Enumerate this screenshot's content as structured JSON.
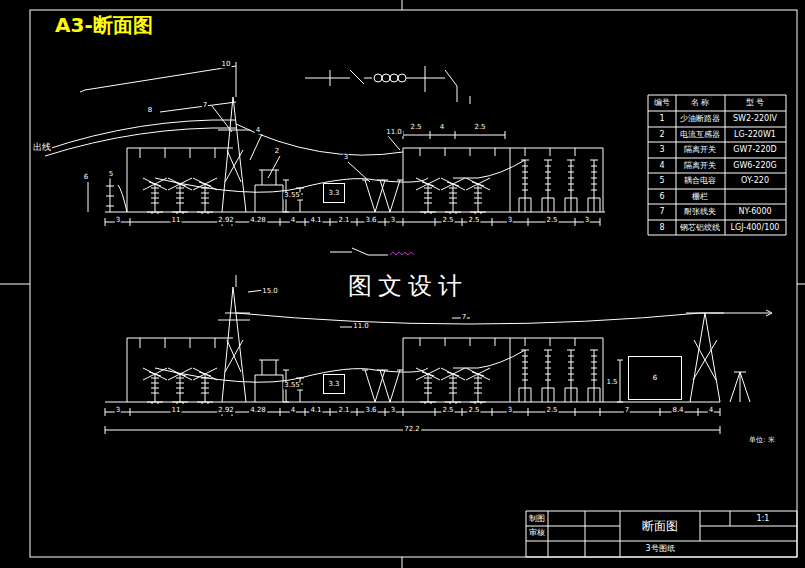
{
  "diagram": {
    "title": "A3-断面图",
    "nodes": [
      {
        "text": [
          "3.3"
        ]
      },
      {
        "text": [
          "3.3"
        ]
      },
      {
        "text": [
          "6"
        ]
      }
    ],
    "labels": [
      "出线",
      "10",
      "8",
      "7",
      "4",
      "2",
      "3",
      "6",
      "5",
      "11.0",
      "2.5",
      "4",
      "2.5",
      "3.55",
      "3",
      "11",
      "2.92",
      "4.28",
      "4",
      "4.1",
      "2.1",
      "3.6",
      "3",
      "2.5",
      "2.5",
      "3",
      "2.5",
      "3",
      "图文设计",
      "15.0",
      "11.0",
      "7",
      "3.55",
      "1.5",
      "3",
      "11",
      "2.92",
      "4.28",
      "4",
      "4.1",
      "2.1",
      "3.6",
      "3",
      "2.5",
      "2.5",
      "3",
      "2.5",
      "7",
      "8.4",
      "4",
      "72.2",
      "单位: 米",
      "编号",
      "名 称",
      "型 号",
      "1",
      "少油断路器",
      "SW2-220IV",
      "2",
      "电流互感器",
      "LG-220W1",
      "3",
      "隔离开关",
      "GW7-220D",
      "4",
      "隔离开关",
      "GW6-220G",
      "5",
      "耦合电容",
      "OY-220",
      "6",
      "栅栏",
      "7",
      "耐张线夹",
      "NY-6000",
      "8",
      "钢芯铝绞线",
      "LGJ-400/100",
      "制图",
      "审核",
      "断面图",
      "1:1",
      "3号图纸"
    ]
  }
}
